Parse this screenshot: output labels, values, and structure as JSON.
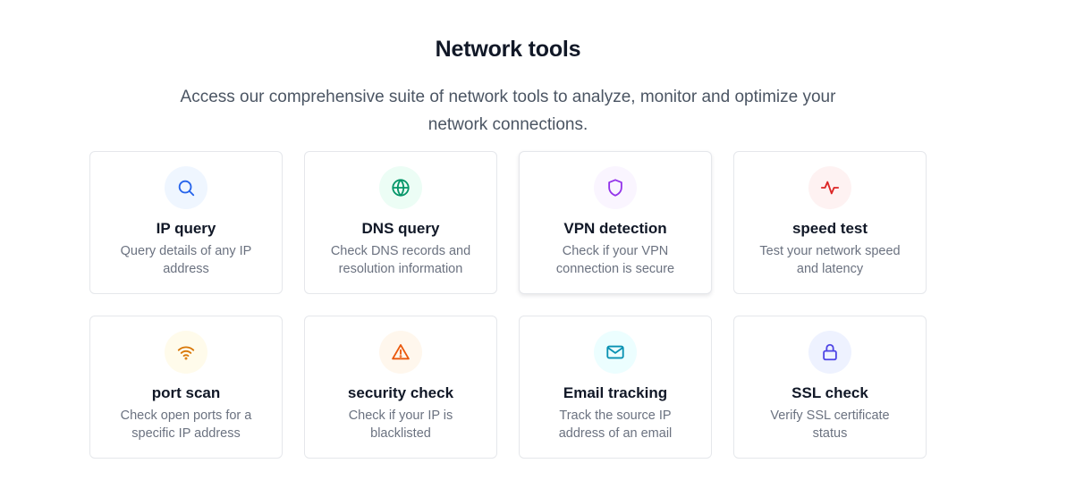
{
  "header": {
    "title": "Network tools",
    "subtitle": "Access our comprehensive suite of network tools to analyze, monitor and optimize your network connections."
  },
  "tools": [
    {
      "title": "IP query",
      "description": "Query details of any IP address",
      "icon": "search-icon",
      "icon_color": "#2563eb",
      "icon_bg": "#eff6ff"
    },
    {
      "title": "DNS query",
      "description": "Check DNS records and resolution information",
      "icon": "globe-icon",
      "icon_color": "#059669",
      "icon_bg": "#ecfdf5"
    },
    {
      "title": "VPN detection",
      "description": "Check if your VPN connection is secure",
      "icon": "shield-icon",
      "icon_color": "#9333ea",
      "icon_bg": "#faf5ff"
    },
    {
      "title": "speed test",
      "description": "Test your network speed and latency",
      "icon": "activity-icon",
      "icon_color": "#dc2626",
      "icon_bg": "#fef2f2"
    },
    {
      "title": "port scan",
      "description": "Check open ports for a specific IP address",
      "icon": "wifi-icon",
      "icon_color": "#d97706",
      "icon_bg": "#fffbeb"
    },
    {
      "title": "security check",
      "description": "Check if your IP is blacklisted",
      "icon": "alert-triangle-icon",
      "icon_color": "#ea580c",
      "icon_bg": "#fff7ed"
    },
    {
      "title": "Email tracking",
      "description": "Track the source IP address of an email",
      "icon": "mail-icon",
      "icon_color": "#0891b2",
      "icon_bg": "#ecfeff"
    },
    {
      "title": "SSL check",
      "description": "Verify SSL certificate status",
      "icon": "lock-icon",
      "icon_color": "#4f46e5",
      "icon_bg": "#eef2ff"
    }
  ]
}
